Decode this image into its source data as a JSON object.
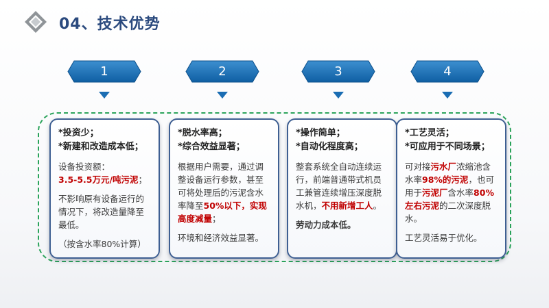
{
  "header": {
    "title": "04、技术优势"
  },
  "tags": [
    "1",
    "2",
    "3",
    "4"
  ],
  "cards": [
    {
      "highlights": [
        "*投资少；",
        "*新建和改造成本低；"
      ],
      "invest_label": "设备投资额：",
      "invest_value": "3.5-5.5万元/吨污泥",
      "invest_suffix": "；",
      "p2": "不影响原有设备运行的情况下，将改造量降至最低。",
      "note": "（按含水率80%计算）"
    },
    {
      "highlights": [
        "*脱水率高；",
        "*综合效益显著；"
      ],
      "p1_a": "根据用户需要，通过调整设备运行参数，甚至可将处理后的污泥含水率降至",
      "p1_b": "50%以下，实现高度减量",
      "p1_c": "；",
      "p2": "环境和经济效益显著。"
    },
    {
      "highlights": [
        "*操作简单；",
        "*自动化程度高；"
      ],
      "p1_a": "整套系统全自动连续运行，前端普通带式机员工兼管连续增压深度脱水机，",
      "p1_b": "不用新增工人",
      "p1_c": "。",
      "p2": "劳动力成本低。"
    },
    {
      "highlights": [
        "*工艺灵活；",
        "*可应用于不同场景；"
      ],
      "p1_a": "可对接",
      "p1_b": "污水厂",
      "p1_c": "浓缩池含水率",
      "p1_d": "98%的污泥",
      "p1_e": "，也可用于",
      "p1_f": "污泥厂",
      "p1_g": "含水率",
      "p1_h": "80%左右污泥",
      "p1_i": "的二次深度脱水。",
      "p2": "工艺灵活易于优化。"
    }
  ],
  "colors": {
    "title": "#2b4a7e",
    "tag_blue": "#1a73b8",
    "frame_green": "#2aa35a",
    "card_border": "#3e5f92",
    "highlight_red": "#c00000"
  }
}
